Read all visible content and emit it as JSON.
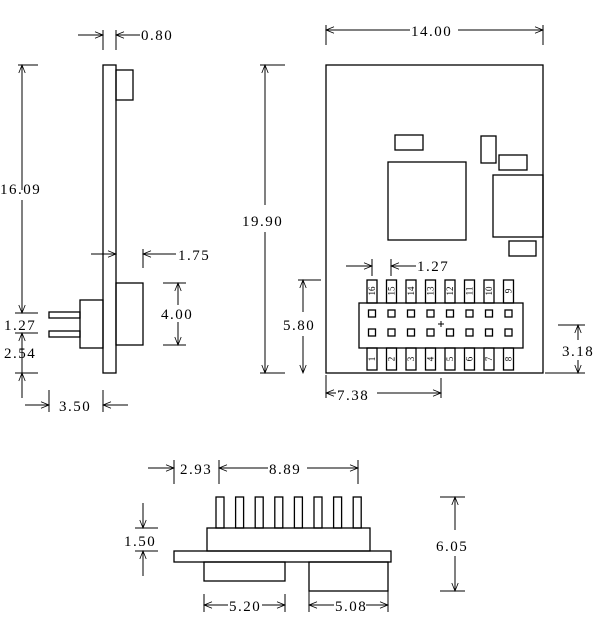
{
  "dimensions": {
    "side_thickness": "0.80",
    "side_height": "16.09",
    "pin_pitch_side": "1.27",
    "pin_offset_side": "2.54",
    "side_depth": "3.50",
    "component_offset": "1.75",
    "component_height": "4.00",
    "board_width": "14.00",
    "board_height": "19.90",
    "pin_pitch_top": "1.27",
    "connector_height": "5.80",
    "connector_offset_bottom": "3.18",
    "connector_offset_left": "7.38",
    "bottom_pin_offset": "2.93",
    "bottom_pin_span": "8.89",
    "bottom_board_height": "1.50",
    "bottom_total_height": "6.05",
    "bottom_left_part": "5.20",
    "bottom_right_part": "5.08"
  },
  "connector": {
    "top_pins": [
      "16",
      "15",
      "14",
      "13",
      "12",
      "11",
      "10",
      "9"
    ],
    "bottom_pins": [
      "1",
      "2",
      "3",
      "4",
      "5",
      "6",
      "7",
      "8"
    ]
  },
  "colors": {
    "line": "#000000",
    "background": "#ffffff"
  }
}
